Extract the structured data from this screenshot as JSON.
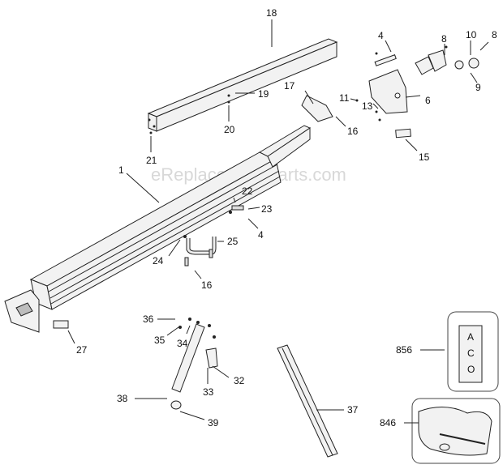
{
  "watermark": "eReplacementParts.com",
  "callouts": [
    "18",
    "4",
    "8",
    "10",
    "8",
    "17",
    "19",
    "11",
    "13",
    "6",
    "9",
    "20",
    "16",
    "21",
    "15",
    "1",
    "22",
    "23",
    "4",
    "25",
    "24",
    "16",
    "27",
    "36",
    "35",
    "34",
    "32",
    "33",
    "38",
    "39",
    "37",
    "856",
    "846"
  ],
  "inset_letters": [
    "A",
    "C",
    "O"
  ]
}
